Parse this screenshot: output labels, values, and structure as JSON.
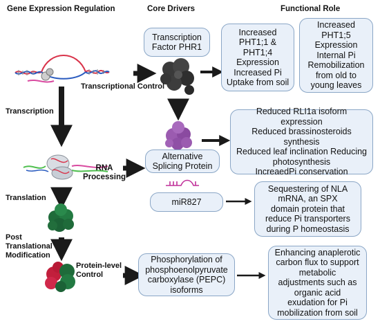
{
  "headers": {
    "regulation": "Gene Expression Regulation",
    "drivers": "Core Drivers",
    "role": "Functional Role"
  },
  "stages": {
    "transcription": "Transcription",
    "translation": "Translation",
    "post_translational": [
      "Post",
      "Translational",
      "Modification"
    ]
  },
  "controls": {
    "transcriptional": "Transcriptional Control",
    "rna_processing": [
      "RNA",
      "Processing"
    ],
    "protein_level": [
      "Protein-level",
      "Control"
    ]
  },
  "drivers": {
    "phr1": [
      "Transcription",
      "Factor PHR1"
    ],
    "splicing": [
      "Alternative",
      "Splicing Protein"
    ],
    "mir827": "miR827",
    "pepc": [
      "Phosphorylation of",
      "phosphoenolpyruvate",
      "carboxylase (PEPC)",
      "isoforms"
    ]
  },
  "roles": {
    "pht1_uptake": [
      "Increased",
      "PHT1;1 &",
      "PHT1;4",
      "Expression",
      "Increased Pi",
      "Uptake from soil"
    ],
    "pht1_remob": [
      "Increased",
      "PHT1;5",
      "Expression",
      "Internal Pi",
      "Remobilization",
      "from old to",
      "young leaves"
    ],
    "rli1a": [
      "Reduced RLI1a isoform expression",
      "Reduced brassinosteroids",
      "synthesis",
      "Reduced leaf inclination Reducing",
      "photosynthesis",
      "IncreaedPi conservation"
    ],
    "nla": [
      "Sequestering of NLA",
      "mRNA, an SPX",
      "domain protein that",
      "reduce Pi transporters",
      "during P homeostasis"
    ],
    "anaplerotic": [
      "Enhancing anaplerotic",
      "carbon flux to support",
      "metabolic",
      "adjustments such as",
      "organic acid",
      "exudation for Pi",
      "mobilization from soil"
    ]
  },
  "colors": {
    "box_fill": "#e9f0f9",
    "box_border": "#8aa6c6",
    "arrow": "#1a1a1a",
    "protein_dark": "#3a3a3a",
    "protein_purple": "#9b5bb0",
    "ribosome_green": "#1f6b3a",
    "dna_red": "#d9334a",
    "dna_blue": "#2a5bbf",
    "mrna_pink": "#d94aa0",
    "rna_green": "#4fbf4f"
  },
  "icons": [
    "dna-icon",
    "ribosome-mrna-icon",
    "folded-protein-icon",
    "phosphorylated-protein-icon",
    "phr1-protein-icon",
    "splicing-protein-icon",
    "mirna-icon"
  ]
}
